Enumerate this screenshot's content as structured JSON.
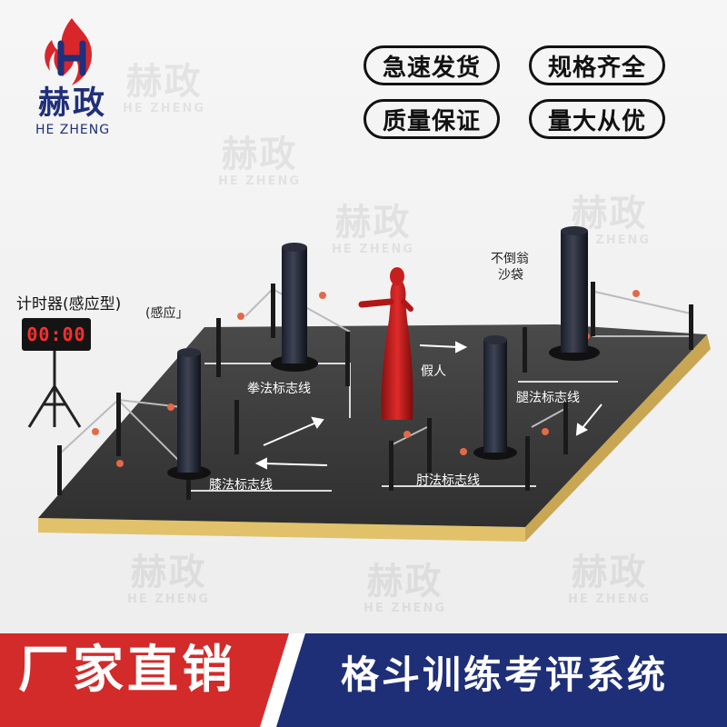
{
  "brand": {
    "name_cn": "赫政",
    "name_en": "HE ZHENG",
    "primary_color": "#1f2f7a",
    "flame_color": "#d9262a"
  },
  "badges": [
    {
      "label": "急速发货"
    },
    {
      "label": "规格齐全"
    },
    {
      "label": "质量保证"
    },
    {
      "label": "量大从优"
    }
  ],
  "diagram": {
    "timer_label": "计时器(感应型)",
    "sensor_label": "(感应」",
    "timer_display": "00:00",
    "tumbler_label_line1": "不倒翁",
    "tumbler_label_line2": "沙袋",
    "punch_line": "拳法标志线",
    "dummy": "假人",
    "kick_line": "腿法标志线",
    "knee_line": "膝法标志线",
    "elbow_line": "肘法标志线"
  },
  "banner": {
    "left_text": "厂家直销",
    "right_text": "格斗训练考评系统",
    "left_color": "#d32a2a",
    "right_color": "#1e2f78"
  }
}
